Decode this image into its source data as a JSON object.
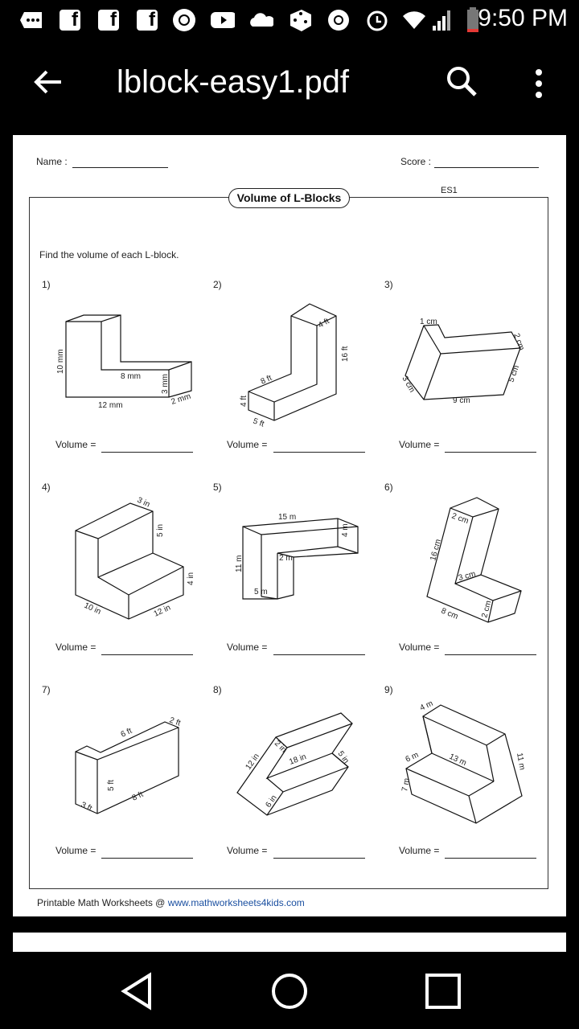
{
  "status_bar": {
    "time": "9:50 PM",
    "icons": [
      "messenger-icon",
      "facebook-icon",
      "facebook-icon",
      "facebook-icon",
      "poker-chip-icon",
      "youtube-icon",
      "cloud-icon",
      "dice-icon",
      "chrome-icon",
      "alarm-icon",
      "wifi-icon",
      "signal-icon",
      "battery-low-icon"
    ]
  },
  "app_bar": {
    "title": "lblock-easy1.pdf"
  },
  "worksheet": {
    "name_label": "Name :",
    "score_label": "Score :",
    "code": "ES1",
    "title": "Volume of L-Blocks",
    "instruction": "Find the volume of each L-block.",
    "volume_label": "Volume =",
    "footer_prefix": "Printable Math Worksheets @ ",
    "footer_link": "www.mathworksheets4kids.com",
    "problems": [
      {
        "num": "1)",
        "labels": [
          "10 mm",
          "8 mm",
          "3 mm",
          "12 mm",
          "2 mm"
        ]
      },
      {
        "num": "2)",
        "labels": [
          "4 ft",
          "16 ft",
          "8 ft",
          "4 ft",
          "5 ft"
        ]
      },
      {
        "num": "3)",
        "labels": [
          "1 cm",
          "2 cm",
          "5 cm",
          "3 cm",
          "9 cm"
        ]
      },
      {
        "num": "4)",
        "labels": [
          "3 in",
          "5 in",
          "4 in",
          "10 in",
          "12 in"
        ]
      },
      {
        "num": "5)",
        "labels": [
          "15 m",
          "4 m",
          "11 m",
          "2 m",
          "5 m"
        ]
      },
      {
        "num": "6)",
        "labels": [
          "2 cm",
          "16 cm",
          "3 cm",
          "2 cm",
          "8 cm"
        ]
      },
      {
        "num": "7)",
        "labels": [
          "6 ft",
          "2 ft",
          "5 ft",
          "8 ft",
          "3 ft"
        ]
      },
      {
        "num": "8)",
        "labels": [
          "12 in",
          "2 in",
          "18 in",
          "5 in",
          "6 in"
        ]
      },
      {
        "num": "9)",
        "labels": [
          "4 m",
          "6 m",
          "13 m",
          "7 m",
          "11 m"
        ]
      }
    ]
  }
}
